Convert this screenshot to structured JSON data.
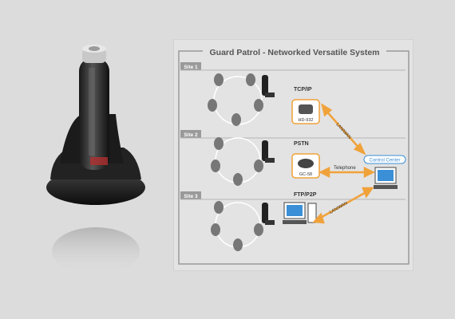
{
  "title": "Guard Patrol - Networked Versatile System",
  "sites": [
    "Site 1",
    "Site 2",
    "Site 3"
  ],
  "protocols": [
    "TCP/IP",
    "PSTN",
    "FTP/P2P"
  ],
  "devices": [
    "HD-932",
    "GC-58"
  ],
  "links": {
    "lan_wan_top": "LAN/WAN",
    "telephone": "Telephone",
    "lan_wan_bottom": "LAN/WAN"
  },
  "control_center": "Control Center",
  "colors": {
    "accent": "#f0a23a",
    "blue": "#3a8fd6",
    "background": "#dcdcdc",
    "panel": "#e3e3e3"
  }
}
